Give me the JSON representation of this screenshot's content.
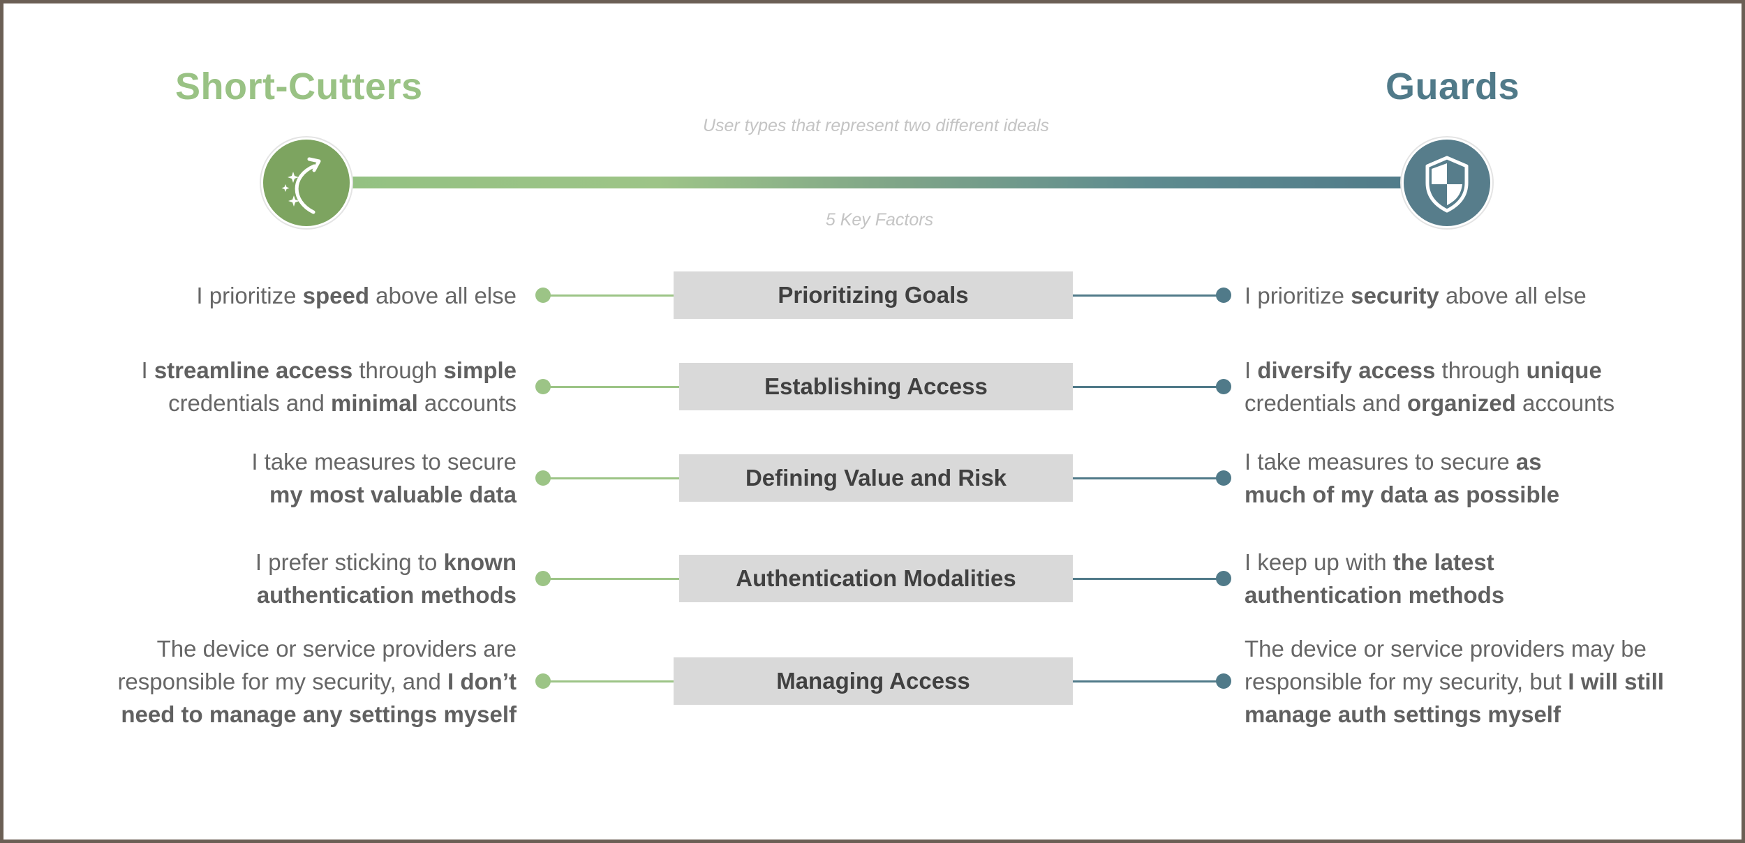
{
  "header": {
    "left_title": "Short-Cutters",
    "right_title": "Guards",
    "subtitle_top": "User types that represent two different ideals",
    "subtitle_bottom": "5 Key Factors"
  },
  "icons": {
    "left_icon": "magic-shortcut-icon",
    "right_icon": "shield-icon"
  },
  "colors": {
    "short_cutters": "#99c284",
    "guards": "#507a89",
    "factor_box": "#d9d9d9",
    "border": "#6b5f55"
  },
  "factors": [
    {
      "label": "Prioritizing Goals",
      "left": [
        "I prioritize ",
        "speed",
        " above all else"
      ],
      "right": [
        "I prioritize ",
        "security",
        " above all else"
      ]
    },
    {
      "label": "Establishing Access",
      "left": [
        "I ",
        "streamline access",
        " through ",
        "simple",
        " credentials and ",
        "minimal",
        " accounts"
      ],
      "right": [
        "I ",
        "diversify access",
        " through ",
        "unique",
        " credentials and ",
        "organized",
        " accounts"
      ]
    },
    {
      "label": "Defining Value and Risk",
      "left": [
        "I take measures to secure ",
        "my most valuable data"
      ],
      "right": [
        "I take measures to secure ",
        "as much of my data as possible"
      ]
    },
    {
      "label": "Authentication Modalities",
      "left": [
        "I prefer sticking to ",
        "known authentication methods"
      ],
      "right": [
        "I keep up with ",
        "the latest authentication methods"
      ]
    },
    {
      "label": "Managing Access",
      "left": [
        "The device or service providers are responsible for my security, and ",
        "I don’t need to manage any settings myself"
      ],
      "right": [
        "The device or service providers may be responsible for my security, but ",
        "I will still manage auth settings myself"
      ]
    }
  ]
}
